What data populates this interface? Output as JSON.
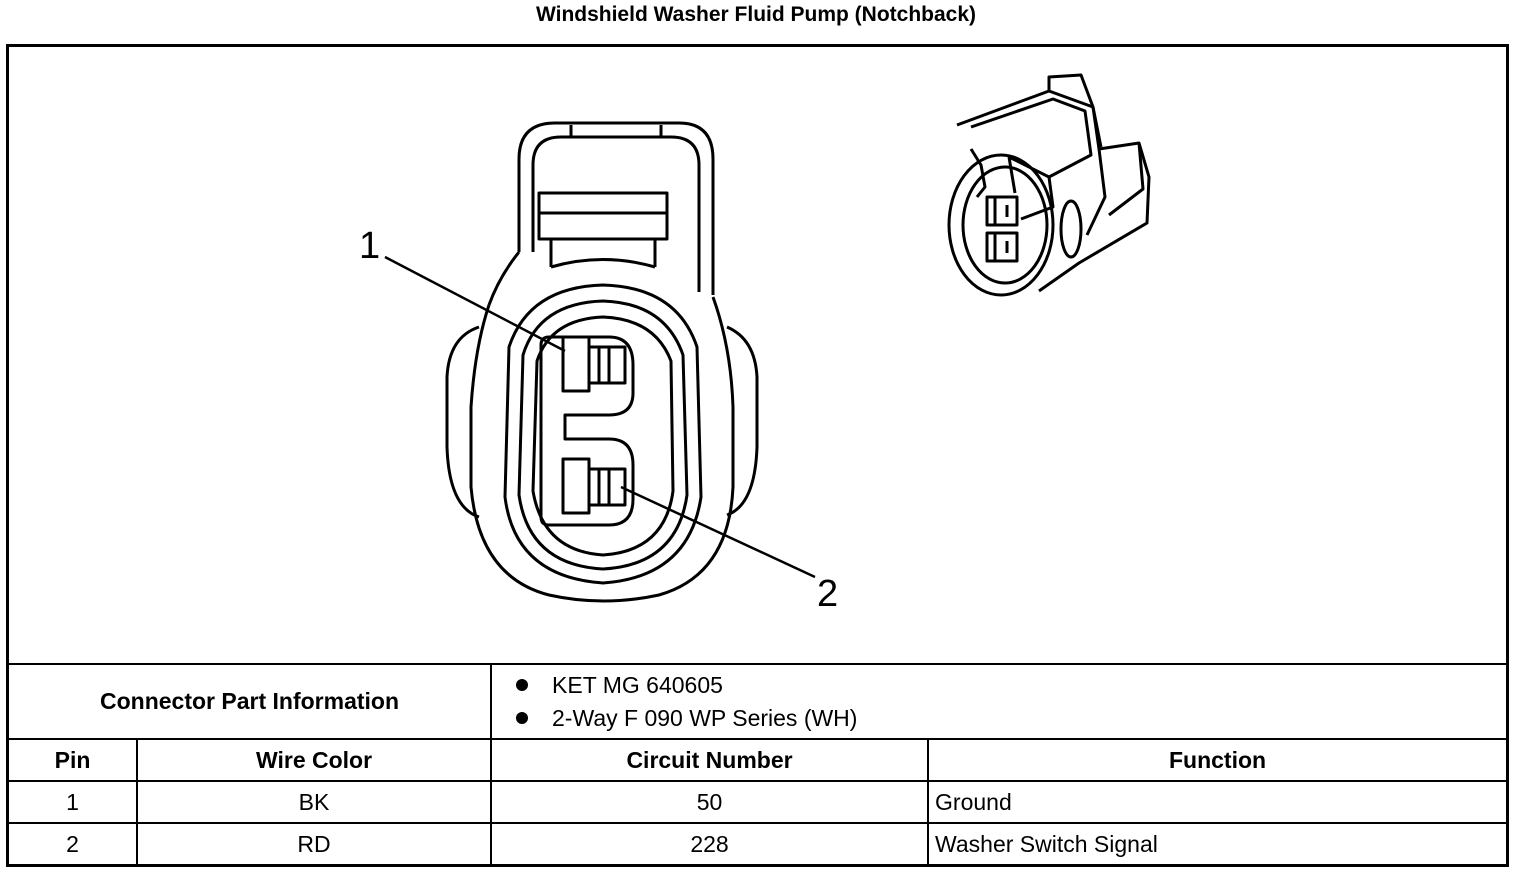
{
  "title": "Windshield Washer Fluid Pump (Notchback)",
  "diagram": {
    "callouts": [
      "1",
      "2"
    ]
  },
  "connector_info": {
    "label": "Connector Part Information",
    "parts": [
      "KET MG 640605",
      "2-Way F 090 WP Series (WH)"
    ]
  },
  "table": {
    "headers": [
      "Pin",
      "Wire Color",
      "Circuit Number",
      "Function"
    ],
    "rows": [
      [
        "1",
        "BK",
        "50",
        "Ground"
      ],
      [
        "2",
        "RD",
        "228",
        "Washer Switch Signal"
      ]
    ]
  }
}
